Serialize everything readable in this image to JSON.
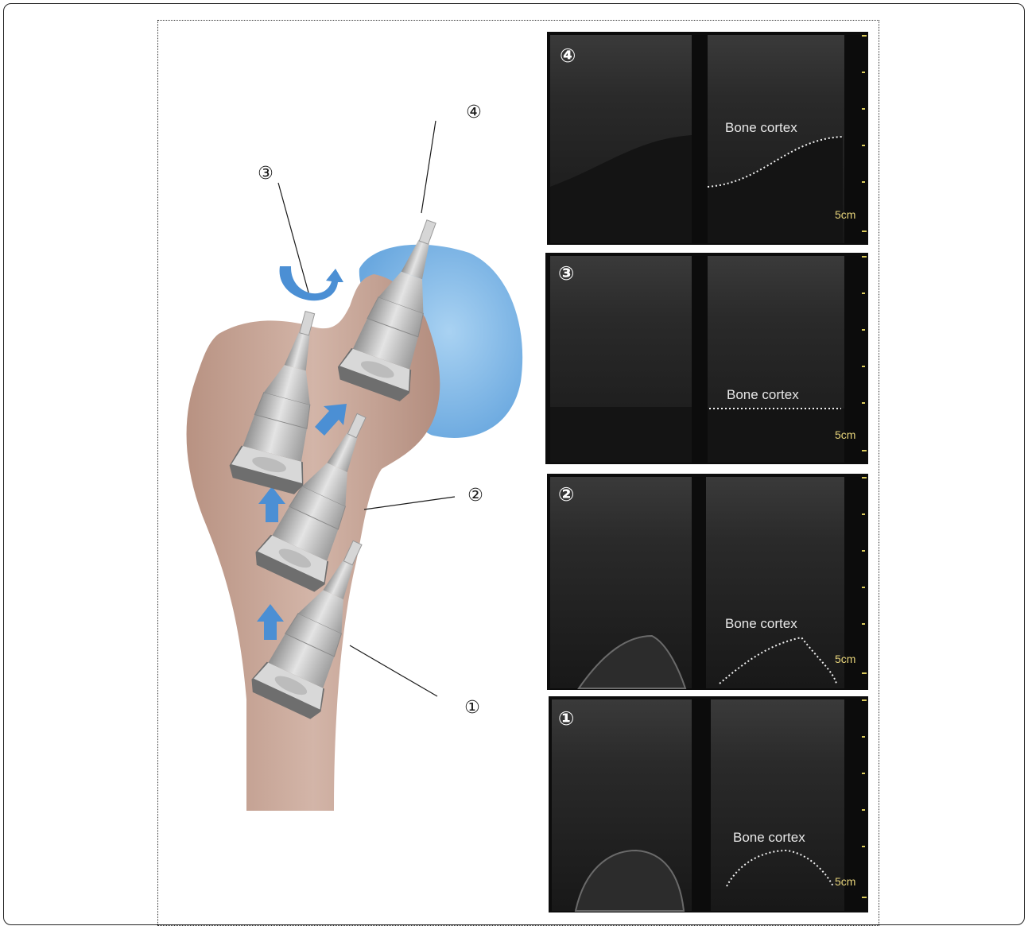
{
  "diagram": {
    "probe_labels": {
      "p1": "①",
      "p2": "②",
      "p3": "③",
      "p4": "④"
    },
    "colors": {
      "bone": "#c9a899",
      "cartilage": "#7fb6e6",
      "arrow": "#4b8fd4",
      "probe": "#bdbdbd"
    }
  },
  "ultrasound_panels": [
    {
      "number": "④",
      "annotation": "Bone cortex",
      "scale": "5cm"
    },
    {
      "number": "③",
      "annotation": "Bone cortex",
      "scale": "5cm"
    },
    {
      "number": "②",
      "annotation": "Bone cortex",
      "scale": "5cm"
    },
    {
      "number": "①",
      "annotation": "Bone cortex",
      "scale": "5cm"
    }
  ]
}
